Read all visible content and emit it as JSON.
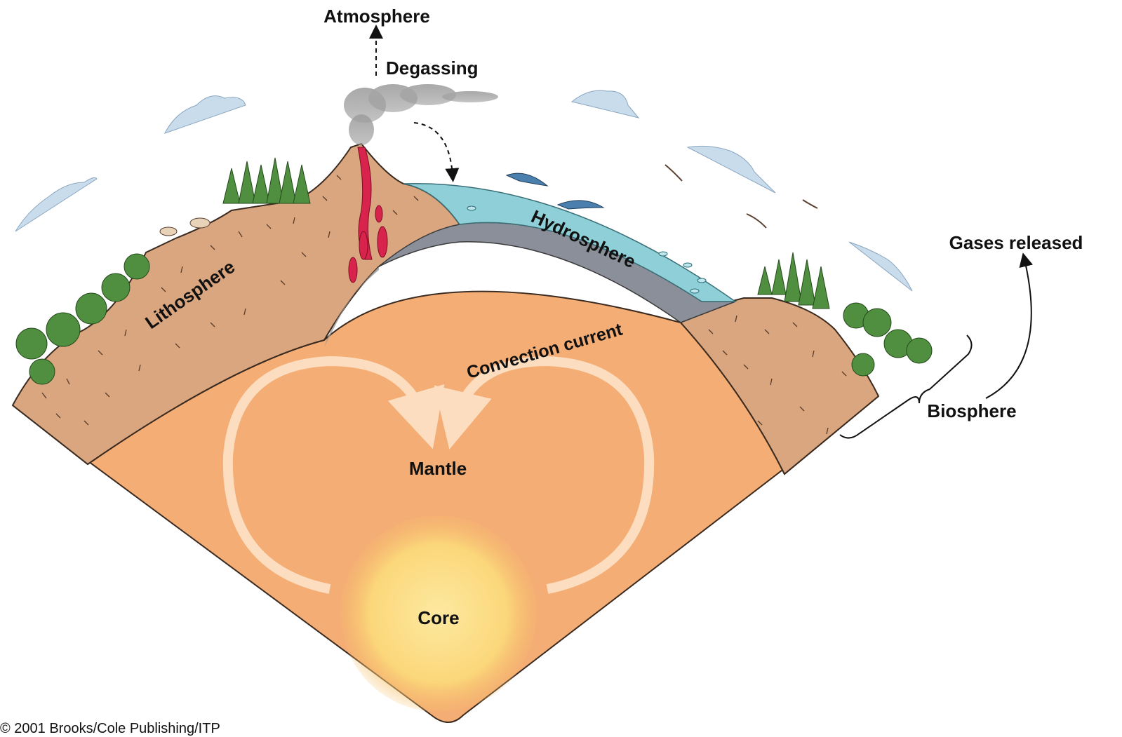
{
  "labels": {
    "atmosphere": "Atmosphere",
    "degassing": "Degassing",
    "lithosphere": "Lithosphere",
    "hydrosphere": "Hydrosphere",
    "convection_current": "Convection current",
    "mantle": "Mantle",
    "core": "Core",
    "gases_released": "Gases released",
    "biosphere": "Biosphere"
  },
  "copyright": "© 2001 Brooks/Cole Publishing/ITP",
  "icons": [
    "cloud-icon",
    "volcano-icon",
    "smoke-plume-icon",
    "tree-icon",
    "deer-icon",
    "dolphin-icon",
    "fish-icon",
    "bird-icon"
  ],
  "colors": {
    "mantle": "#f4ad74",
    "lithosphere": "#d9a67f",
    "hydrosphere": "#8fd0d8",
    "oceanic_crust": "#8a8f9a",
    "core": "#fbd77a",
    "magma": "#d8234c",
    "cloud": "#c9dcec",
    "tree": "#4f8f3f"
  }
}
